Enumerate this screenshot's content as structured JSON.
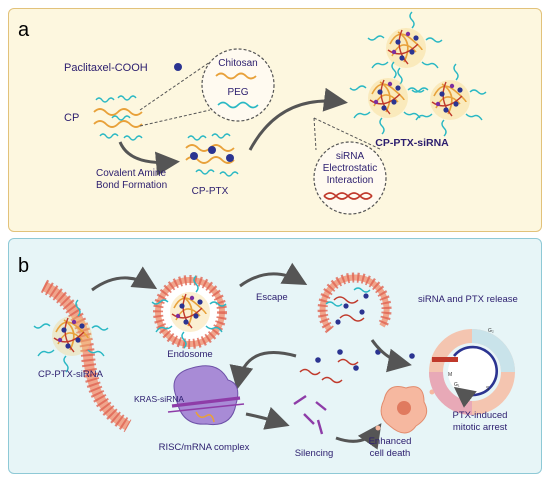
{
  "panel_a": {
    "letter": "a",
    "paclitaxel_label": "Paclitaxel-COOH",
    "cp_label": "CP",
    "legend_chitosan": "Chitosan",
    "legend_peg": "PEG",
    "reaction_label_line1": "Covalent Amine",
    "reaction_label_line2": "Bond Formation",
    "cp_ptx_label": "CP-PTX",
    "interaction_line1": "siRNA",
    "interaction_line2": "Electrostatic",
    "interaction_line3": "Interaction",
    "product_label": "CP-PTX-siRNA"
  },
  "panel_b": {
    "letter": "b",
    "cp_ptx_sirna_label": "CP-PTX-siRNA",
    "endosome_label": "Endosome",
    "escape_label": "Escape",
    "release_label": "siRNA and PTX release",
    "kras_label": "KRAS-siRNA",
    "risc_label": "RISC/mRNA complex",
    "silencing_label": "Silencing",
    "death_line1": "Enhanced",
    "death_line2": "cell death",
    "arrest_line1": "PTX-induced",
    "arrest_line2": "mitotic arrest",
    "cycle_phases": [
      "G₂",
      "M",
      "G₁",
      "S"
    ]
  },
  "colors": {
    "chitosan": "#e8a13a",
    "peg": "#2ab8c4",
    "ptx": "#2b3491",
    "sirna": "#c0392b",
    "lipid_head": "#e06452",
    "lipid_tail": "#f0a58c",
    "risc": "#8b6bc4",
    "cell": "#f6b8a0",
    "arrow": "#555555"
  }
}
